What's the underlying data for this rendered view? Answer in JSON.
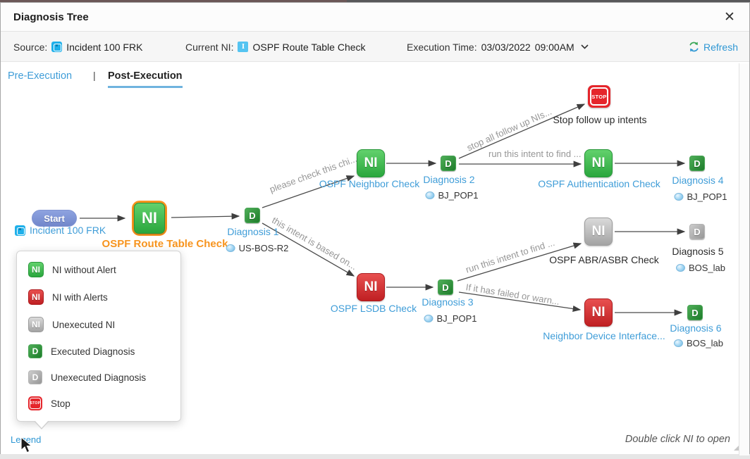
{
  "window": {
    "title": "Diagnosis Tree",
    "close_glyph": "✕"
  },
  "header": {
    "source_label": "Source:",
    "source_value": "Incident 100 FRK",
    "current_ni_label": "Current NI:",
    "current_ni_value": "OSPF Route Table Check",
    "execution_time_label": "Execution Time:",
    "execution_date": "03/03/2022",
    "execution_time": "09:00AM",
    "refresh_label": "Refresh"
  },
  "tabs": {
    "pre": "Pre-Execution",
    "separator": "|",
    "post": "Post-Execution"
  },
  "icons": {
    "ni": "NI",
    "d": "D",
    "stop": "STOP",
    "i_badge": "I"
  },
  "tree": {
    "start": {
      "label": "Start",
      "source": "Incident 100 FRK"
    },
    "root_ni": {
      "title": "OSPF Route Table Check"
    },
    "d1": {
      "title": "Diagnosis 1",
      "device": "US-BOS-R2"
    },
    "ni_neighbor": {
      "title": "OSPF Neighbor Check"
    },
    "d2": {
      "title": "Diagnosis 2",
      "device": "BJ_POP1"
    },
    "stop": {
      "title": "Stop follow up intents"
    },
    "ni_auth": {
      "title": "OSPF Authentication Check"
    },
    "d4": {
      "title": "Diagnosis 4",
      "device": "BJ_POP1"
    },
    "ni_lsdb": {
      "title": "OSPF LSDB Check"
    },
    "d3": {
      "title": "Diagnosis 3",
      "device": "BJ_POP1"
    },
    "ni_abr": {
      "title": "OSPF ABR/ASBR Check"
    },
    "d5": {
      "title": "Diagnosis 5",
      "device": "BOS_lab"
    },
    "ni_device": {
      "title": "Neighbor Device Interface..."
    },
    "d6": {
      "title": "Diagnosis 6",
      "device": "BOS_lab"
    },
    "edges": {
      "check_child": "please check this chi...",
      "based_on": "this intent is based on...",
      "stop_follow": "stop all follow up NIs...",
      "run_find_1": "run this intent to find ...",
      "run_find_2": "run this intent to find ...",
      "failed_warn": "If it has failed or warn..."
    }
  },
  "legend": {
    "link_label": "Legend",
    "items": [
      {
        "type": "ni-green",
        "label": "NI without Alert"
      },
      {
        "type": "ni-red",
        "label": "NI with Alerts"
      },
      {
        "type": "ni-gray",
        "label": "Unexecuted NI"
      },
      {
        "type": "d-green",
        "label": "Executed Diagnosis"
      },
      {
        "type": "d-gray",
        "label": "Unexecuted Diagnosis"
      },
      {
        "type": "stop",
        "label": "Stop"
      }
    ]
  },
  "footer": {
    "hint": "Double click NI to open"
  },
  "colors": {
    "accent_blue": "#2e97d4",
    "accent_orange": "#f7941e",
    "ni_green": "#2ba53e",
    "ni_red": "#c01f22",
    "ni_gray": "#a9a9a9",
    "stop_red": "#e5252b",
    "start_blue": "#7d93d6"
  }
}
